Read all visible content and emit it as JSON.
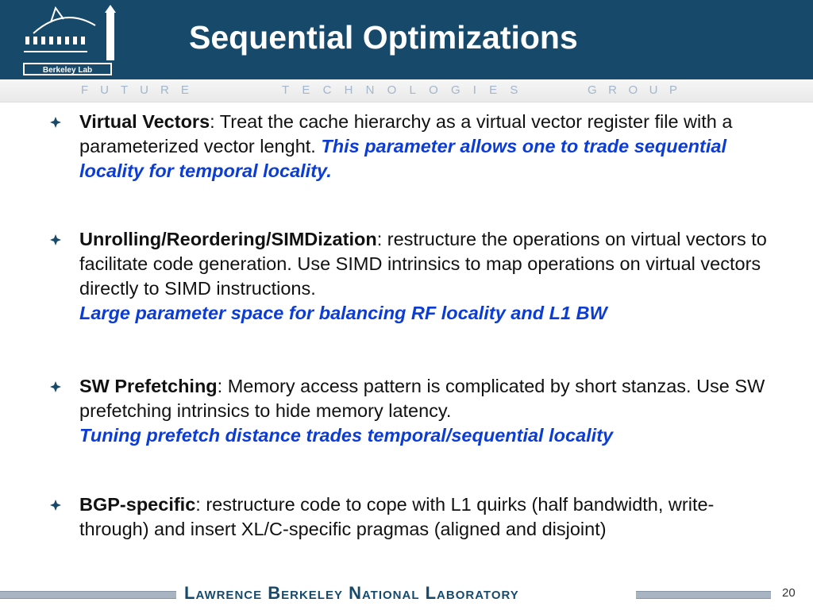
{
  "header": {
    "title": "Sequential Optimizations",
    "logo_text": "Berkeley Lab",
    "tagline": {
      "word1": "FUTURE",
      "word2": "TECHNOLOGIES",
      "word3": "GROUP"
    }
  },
  "bullets": [
    {
      "term": "Virtual Vectors",
      "text": ":  Treat the cache hierarchy as a virtual vector register file with a parameterized vector lenght.  ",
      "emphasis": "This parameter allows one to trade sequential locality for temporal locality."
    },
    {
      "term": "Unrolling/Reordering/SIMDization",
      "text": ": restructure the operations on virtual vectors to facilitate code generation.  Use SIMD intrinsics to map operations on virtual vectors directly to SIMD instructions.",
      "emphasis": "Large parameter space for balancing RF locality and L1 BW"
    },
    {
      "term": "SW Prefetching",
      "text": ":  Memory access pattern is complicated by short stanzas.  Use SW prefetching intrinsics to hide memory latency.",
      "emphasis": "Tuning prefetch distance trades temporal/sequential locality"
    },
    {
      "term": "BGP-specific",
      "text": ": restructure code to cope with L1 quirks (half bandwidth, write-through) and insert XL/C-specific pragmas (aligned and disjoint)",
      "emphasis": ""
    }
  ],
  "footer": {
    "org": "Lawrence Berkeley National Laboratory",
    "page": "20"
  },
  "colors": {
    "header_bg": "#17496b",
    "emphasis": "#0c3cd6",
    "bullet_diamond": "#17496b"
  }
}
